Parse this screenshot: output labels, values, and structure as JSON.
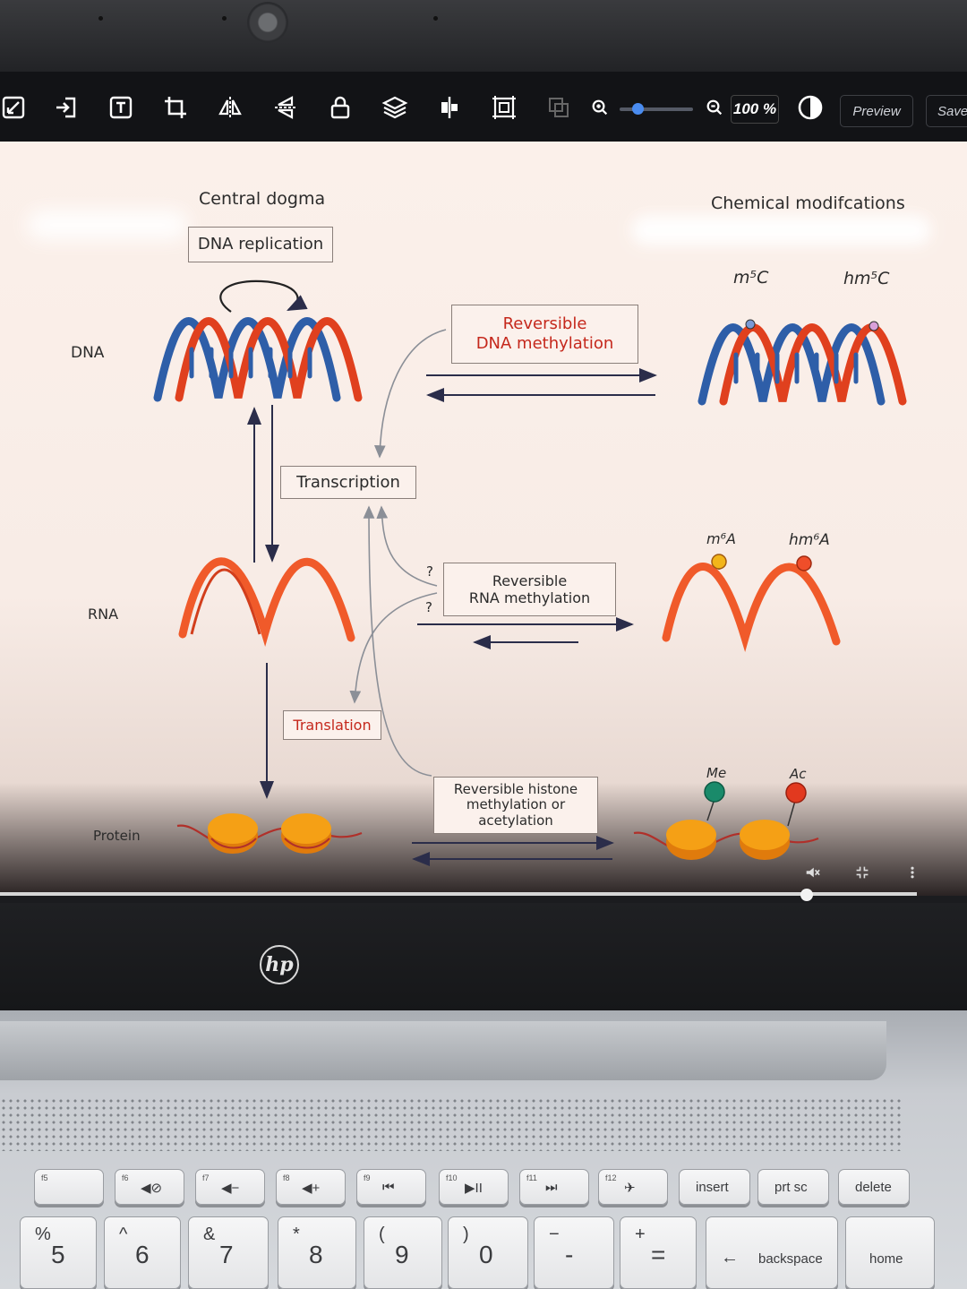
{
  "toolbar": {
    "zoom": "100 %",
    "preview_label": "Preview",
    "save_label": "Save",
    "zoom_level": 0.2,
    "icons": [
      "expand-icon",
      "import-icon",
      "text-icon",
      "crop-icon",
      "flip-horizontal-icon",
      "flip-vertical-icon",
      "lock-icon",
      "layers-icon",
      "align-icon",
      "fit-frame-icon",
      "resize-icon",
      "zoom-in-icon",
      "zoom-out-icon",
      "contrast-icon"
    ]
  },
  "diagram": {
    "central_dogma": "Central dogma",
    "chemical_modifications": "Chemical modifcations",
    "dna_replication": "DNA replication",
    "dna": "DNA",
    "rna": "RNA",
    "protein": "Protein",
    "transcription": "Transcription",
    "translation": "Translation",
    "rev_dna_methyl_1": "Reversible",
    "rev_dna_methyl_2": "DNA methylation",
    "rev_rna_methyl_1": "Reversible",
    "rev_rna_methyl_2": "RNA methylation",
    "histone_1": "Reversible histone",
    "histone_2": "methylation or",
    "histone_3": "acetylation",
    "q1": "?",
    "q2": "?",
    "m5c": "m⁵C",
    "hm5c": "hm⁵C",
    "m6a": "m⁶A",
    "hm6a": "hm⁶A",
    "me": "Me",
    "ac": "Ac"
  },
  "player": {
    "progress": 0.875,
    "icons": [
      "mute-icon",
      "exit-fullscreen-icon",
      "more-options-icon"
    ]
  },
  "brand": "hp",
  "keyboard": {
    "fkeys": [
      {
        "fn": "f5",
        "label": ""
      },
      {
        "fn": "f6",
        "label": "◀⊘"
      },
      {
        "fn": "f7",
        "label": "◀−"
      },
      {
        "fn": "f8",
        "label": "◀+"
      },
      {
        "fn": "f9",
        "label": "⏮"
      },
      {
        "fn": "f10",
        "label": "▶II"
      },
      {
        "fn": "f11",
        "label": "⏭"
      },
      {
        "fn": "f12",
        "label": "✈"
      },
      {
        "fn": "",
        "label": "insert"
      },
      {
        "fn": "",
        "label": "prt sc"
      },
      {
        "fn": "",
        "label": "delete"
      }
    ],
    "numkeys": [
      {
        "top": "%",
        "main": "5"
      },
      {
        "top": "^",
        "main": "6"
      },
      {
        "top": "&",
        "main": "7"
      },
      {
        "top": "*",
        "main": "8"
      },
      {
        "top": "(",
        "main": "9"
      },
      {
        "top": ")",
        "main": "0"
      },
      {
        "top": "−",
        "main": "-"
      },
      {
        "top": "+",
        "main": "="
      },
      {
        "top": "←",
        "main": "backspace"
      },
      {
        "top": "",
        "main": "home"
      }
    ]
  },
  "colors": {
    "dna_blue": "#2e5ea8",
    "dna_red": "#e0401e",
    "rna": "#f05a2a",
    "nucleosome": "#f59a10",
    "methyl_green": "#1a8a6a",
    "acetyl_red": "#e2391f",
    "label_red": "#c5281c"
  }
}
